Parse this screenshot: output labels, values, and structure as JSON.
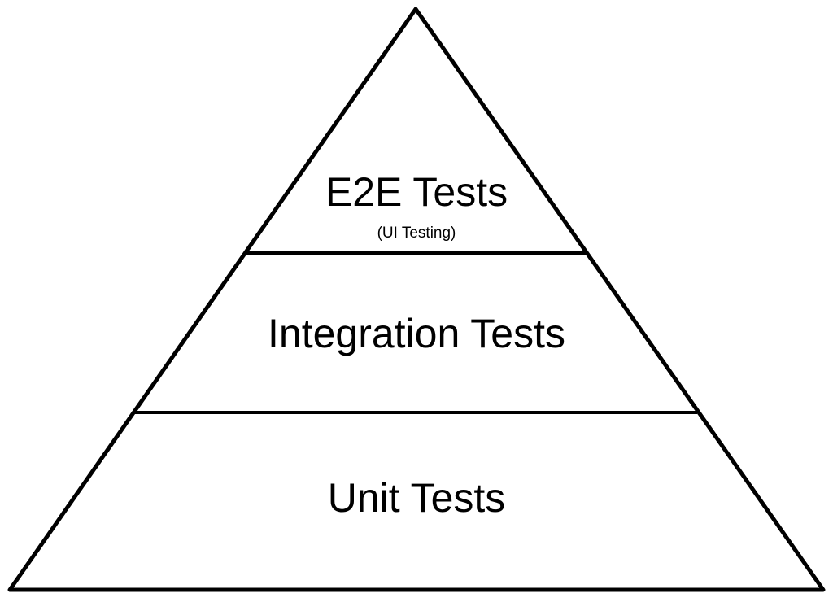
{
  "pyramid": {
    "stroke_color": "#000000",
    "fill_color": "#ffffff",
    "levels": [
      {
        "title": "E2E Tests",
        "subtitle": "(UI Testing)"
      },
      {
        "title": "Integration Tests"
      },
      {
        "title": "Unit Tests"
      }
    ]
  }
}
